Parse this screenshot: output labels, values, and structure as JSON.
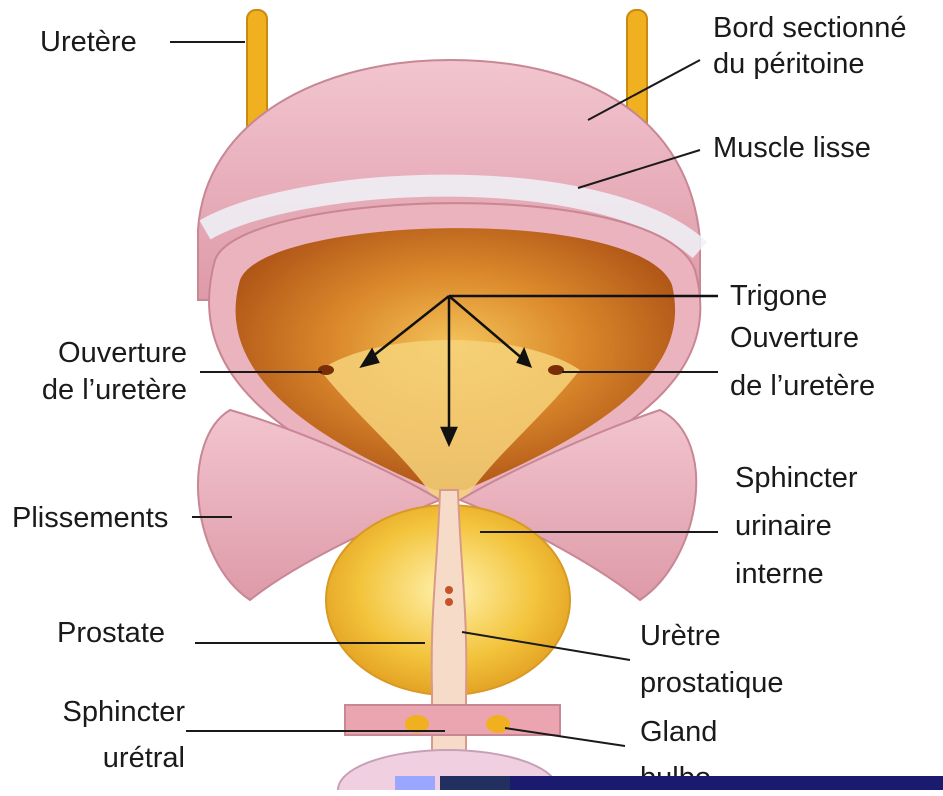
{
  "labels": {
    "uretere": "Uretère",
    "bord_1": "Bord sectionné",
    "bord_2": "du péritoine",
    "muscle_lisse": "Muscle lisse",
    "trigone": "Trigone",
    "ouverture_left_1": "Ouverture",
    "ouverture_left_2": "de l’uretère",
    "ouverture_right_1": "Ouverture",
    "ouverture_right_2": "de l’uretère",
    "plissements": "Plissements",
    "sphincter_int_1": "Sphincter",
    "sphincter_int_2": "urinaire",
    "sphincter_int_3": "interne",
    "prostate": "Prostate",
    "uretre_1": "Urètre",
    "uretre_2": "prostatique",
    "sphincter_ur_1": "Sphincter",
    "sphincter_ur_2": "urétral",
    "gland_1": "Gland",
    "gland_2": "bulbo"
  },
  "colors": {
    "peritoneum": "#e8a9b6",
    "bladder_interior": "#d9822b",
    "prostate": "#f2c23a",
    "ureter": "#f0b020",
    "text": "#1a1a1a"
  }
}
